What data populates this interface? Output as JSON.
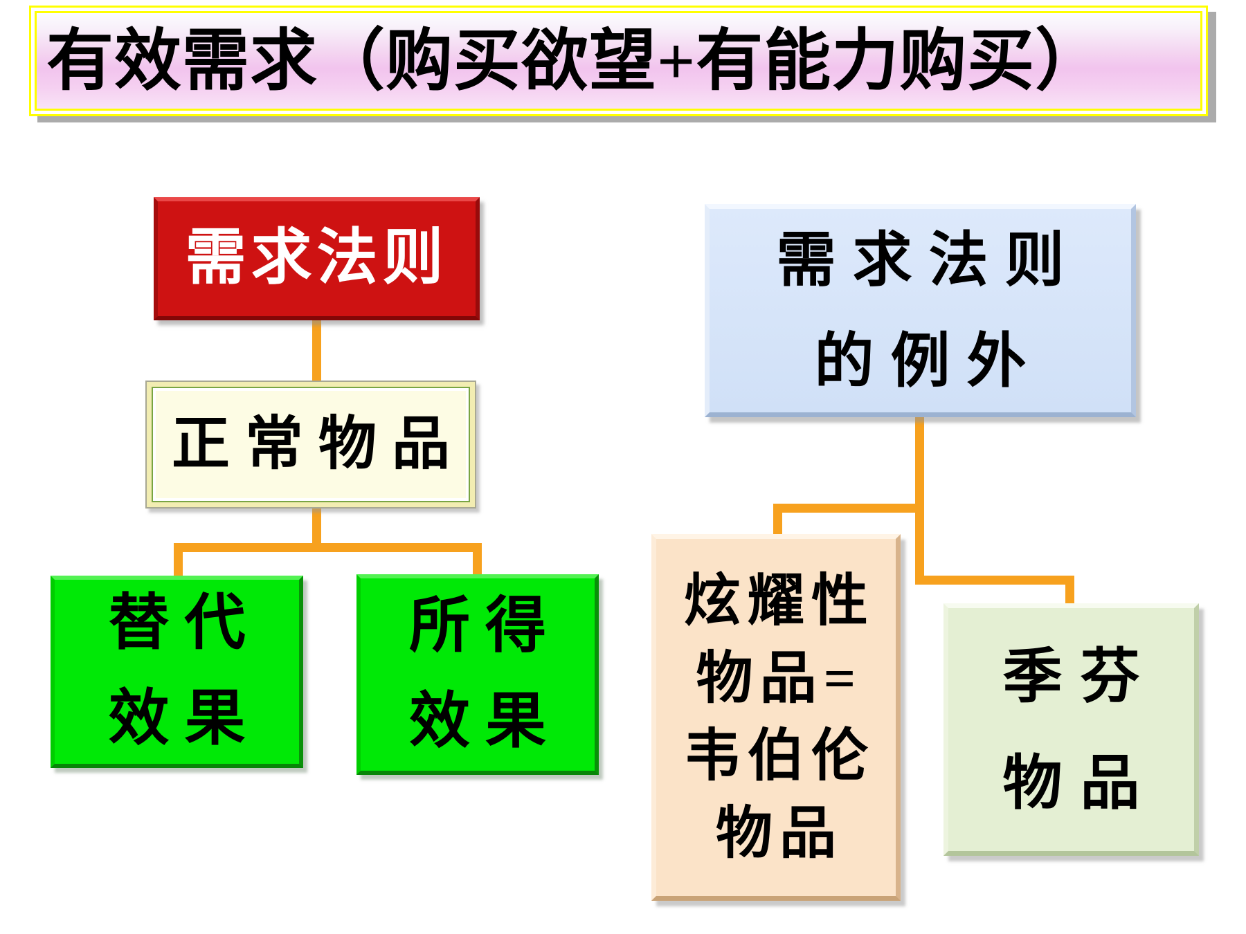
{
  "title": {
    "text": "有效需求（购买欲望+有能力购买）"
  },
  "diagram": {
    "left_tree": {
      "root": {
        "label": "需求法则"
      },
      "middle": {
        "label": "正常物品"
      },
      "leaves": [
        {
          "lines": [
            "替代",
            "效果"
          ]
        },
        {
          "lines": [
            "所得",
            "效果"
          ]
        }
      ]
    },
    "right_tree": {
      "root": {
        "lines": [
          "需求法则",
          "的例外"
        ]
      },
      "leaves": [
        {
          "lines": [
            "炫耀性",
            "物品=",
            "韦伯伦",
            "物品"
          ]
        },
        {
          "lines": [
            "季芬",
            "物品"
          ]
        }
      ]
    }
  },
  "colors": {
    "connector_orange": "#F7A11E",
    "red_box": "#CE1212",
    "green_box": "#00E906",
    "blue_box": "#D5E4F8",
    "cream_box": "#FDFCE4",
    "peach_box": "#FBE3C8",
    "pale_green_box": "#E4EFD3",
    "banner_pink": "#F2C4EE",
    "border_yellow": "#FFFF00",
    "shadow_gray": "#ABABAB"
  }
}
